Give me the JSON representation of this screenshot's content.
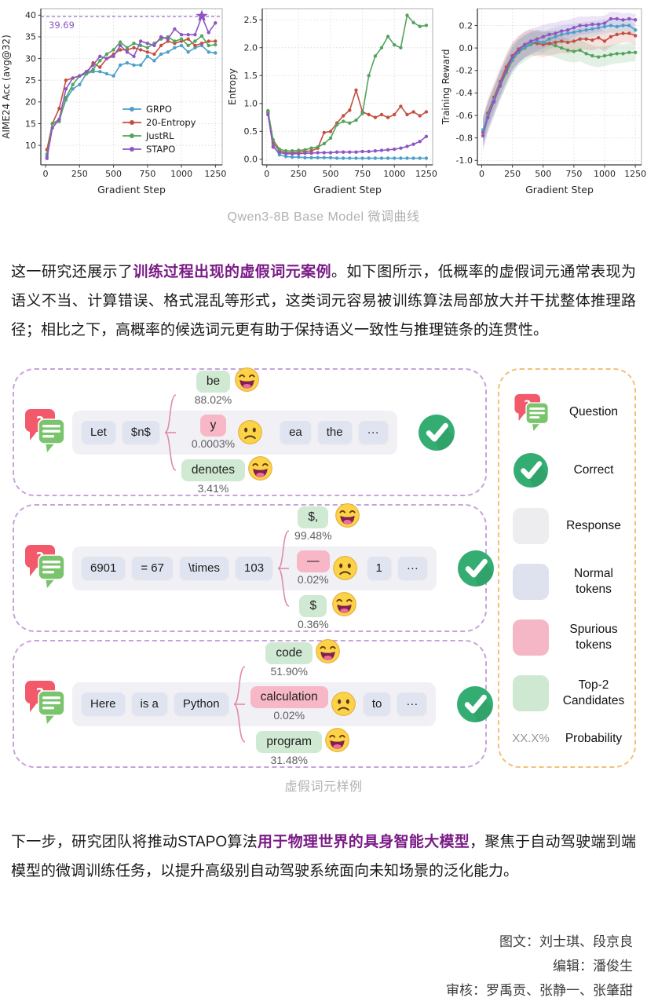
{
  "colors": {
    "accent_purple": "#7a1b86",
    "grpo_blue": "#4c9fcb",
    "entropy_red": "#c44f3f",
    "justrl_green": "#53a35d",
    "stapo_purple": "#8e56c2",
    "normal_token": "#e0e4f0",
    "spurious_token": "#f7b7c6",
    "candidate_token": "#d0e9d2",
    "response_bg": "#f1f1f5",
    "example_border": "#c9a2db",
    "legend_border": "#f2c178"
  },
  "chart_section": {
    "caption": "Qwen3-8B Base Model 微调曲线"
  },
  "chart_data": [
    {
      "type": "line",
      "ylabel": "AIME24 Acc (avg@32)",
      "xlabel": "Gradient Step",
      "xlim": [
        -35,
        1300
      ],
      "ylim": [
        5.5,
        41.5
      ],
      "xticks": [
        "0",
        "250",
        "500",
        "750",
        "1000",
        "1250"
      ],
      "yticks": [
        "10",
        "15",
        "20",
        "25",
        "30",
        "35",
        "40"
      ],
      "grid": true,
      "legend": true,
      "x": [
        10,
        50,
        100,
        150,
        200,
        250,
        300,
        350,
        400,
        450,
        500,
        550,
        600,
        650,
        700,
        750,
        800,
        850,
        900,
        950,
        1000,
        1050,
        1100,
        1150,
        1200,
        1250
      ],
      "series": [
        {
          "name": "GRPO",
          "color": "#4c9fcb",
          "values": [
            8,
            15,
            16,
            20.5,
            23,
            24,
            26.5,
            27,
            27,
            26.5,
            26,
            28.5,
            29,
            28.5,
            28.5,
            30.5,
            29.5,
            31,
            31.5,
            32.5,
            33,
            31.5,
            32.5,
            33,
            31.5,
            31.3
          ]
        },
        {
          "name": "20-Entropy",
          "color": "#c44f3f",
          "values": [
            9,
            15,
            18.5,
            25,
            25.5,
            26,
            26.5,
            29,
            28,
            30,
            31,
            32,
            32,
            32.5,
            32,
            31.5,
            31,
            33,
            34,
            33.5,
            34,
            34.5,
            33,
            33.5,
            34,
            34
          ]
        },
        {
          "name": "JustRL",
          "color": "#53a35d",
          "values": [
            7.5,
            15,
            15.5,
            21,
            24,
            26,
            26.5,
            27.5,
            29.5,
            31,
            32,
            33.8,
            32.5,
            33.5,
            33,
            32.5,
            33.5,
            34.5,
            35,
            34,
            34.5,
            33,
            34,
            35.2,
            33,
            33.2
          ]
        },
        {
          "name": "STAPO",
          "color": "#8e56c2",
          "values": [
            7,
            14,
            16,
            23,
            25.5,
            26,
            27,
            28.5,
            30.5,
            30,
            30.5,
            33,
            31.5,
            30.5,
            34,
            33.5,
            33,
            35,
            34.5,
            36.8,
            35.5,
            35.5,
            35.5,
            39.69,
            36,
            38.2
          ]
        }
      ],
      "annotation": {
        "hline": 39.69,
        "label": "39.69",
        "color": "#8e56c2",
        "star": [
          1150,
          39.8
        ]
      }
    },
    {
      "type": "line",
      "ylabel": "Entropy",
      "xlabel": "Gradient Step",
      "xlim": [
        -35,
        1300
      ],
      "ylim": [
        -0.1,
        2.7
      ],
      "xticks": [
        "0",
        "250",
        "500",
        "750",
        "1000",
        "1250"
      ],
      "yticks": [
        "0.0",
        "0.5",
        "1.0",
        "1.5",
        "2.0",
        "2.5"
      ],
      "grid": true,
      "legend": false,
      "x": [
        10,
        50,
        100,
        150,
        200,
        250,
        300,
        350,
        400,
        450,
        500,
        550,
        600,
        650,
        700,
        750,
        800,
        850,
        900,
        950,
        1000,
        1050,
        1100,
        1150,
        1200,
        1250
      ],
      "series": [
        {
          "name": "GRPO",
          "color": "#4c9fcb",
          "values": [
            0.82,
            0.25,
            0.08,
            0.05,
            0.04,
            0.04,
            0.03,
            0.03,
            0.03,
            0.03,
            0.03,
            0.02,
            0.02,
            0.02,
            0.02,
            0.02,
            0.02,
            0.02,
            0.02,
            0.02,
            0.02,
            0.02,
            0.02,
            0.02,
            0.02,
            0.02
          ]
        },
        {
          "name": "20-Entropy",
          "color": "#c44f3f",
          "values": [
            0.85,
            0.3,
            0.15,
            0.12,
            0.12,
            0.13,
            0.14,
            0.15,
            0.2,
            0.48,
            0.5,
            0.65,
            0.78,
            0.88,
            1.24,
            0.85,
            0.8,
            0.75,
            0.8,
            0.75,
            0.8,
            0.95,
            0.8,
            0.85,
            0.78,
            0.85
          ]
        },
        {
          "name": "JustRL",
          "color": "#53a35d",
          "values": [
            0.87,
            0.35,
            0.18,
            0.15,
            0.15,
            0.16,
            0.17,
            0.2,
            0.22,
            0.28,
            0.38,
            0.62,
            0.68,
            0.65,
            0.7,
            0.82,
            1.5,
            1.85,
            2.0,
            2.2,
            2.05,
            2.0,
            2.58,
            2.45,
            2.38,
            2.4
          ]
        },
        {
          "name": "STAPO",
          "color": "#8e56c2",
          "values": [
            0.8,
            0.22,
            0.12,
            0.1,
            0.1,
            0.1,
            0.11,
            0.11,
            0.12,
            0.12,
            0.12,
            0.13,
            0.13,
            0.13,
            0.13,
            0.14,
            0.14,
            0.15,
            0.16,
            0.17,
            0.18,
            0.2,
            0.23,
            0.27,
            0.32,
            0.41
          ]
        }
      ]
    },
    {
      "type": "line",
      "ylabel": "Training Reward",
      "xlabel": "Gradient Step",
      "xlim": [
        -35,
        1300
      ],
      "ylim": [
        -1.04,
        0.35
      ],
      "xticks": [
        "0",
        "250",
        "500",
        "750",
        "1000",
        "1250"
      ],
      "yticks": [
        "-1.0",
        "-0.8",
        "-0.6",
        "-0.4",
        "-0.2",
        "0.0",
        "0.2"
      ],
      "grid": true,
      "legend": false,
      "x": [
        10,
        50,
        100,
        150,
        200,
        250,
        300,
        350,
        400,
        450,
        500,
        550,
        600,
        650,
        700,
        750,
        800,
        850,
        900,
        950,
        1000,
        1050,
        1100,
        1150,
        1200,
        1250
      ],
      "series": [
        {
          "name": "JustRL",
          "color": "#53a35d",
          "band": [
            0.13,
            0.08
          ],
          "values": [
            -0.75,
            -0.61,
            -0.47,
            -0.34,
            -0.22,
            -0.11,
            -0.04,
            0.0,
            0.03,
            0.05,
            0.05,
            0.04,
            0.02,
            0.0,
            -0.02,
            -0.03,
            -0.02,
            -0.05,
            -0.07,
            -0.08,
            -0.07,
            -0.06,
            -0.05,
            -0.05,
            -0.04,
            -0.04
          ]
        },
        {
          "name": "20-Entropy",
          "color": "#c44f3f",
          "band": [
            0.13,
            0.08
          ],
          "values": [
            -0.75,
            -0.58,
            -0.44,
            -0.3,
            -0.17,
            -0.07,
            -0.01,
            0.03,
            0.05,
            0.04,
            0.03,
            0.04,
            0.05,
            0.06,
            0.05,
            0.06,
            0.08,
            0.08,
            0.07,
            0.09,
            0.06,
            0.1,
            0.12,
            0.13,
            0.13,
            0.11
          ]
        },
        {
          "name": "GRPO",
          "color": "#4c9fcb",
          "band": [
            0.12,
            0.05
          ],
          "values": [
            -0.73,
            -0.6,
            -0.46,
            -0.32,
            -0.2,
            -0.1,
            -0.03,
            0.01,
            0.04,
            0.06,
            0.05,
            0.08,
            0.1,
            0.12,
            0.13,
            0.14,
            0.15,
            0.16,
            0.17,
            0.18,
            0.19,
            0.2,
            0.19,
            0.2,
            0.2,
            0.16
          ]
        },
        {
          "name": "STAPO",
          "color": "#8e56c2",
          "band": [
            0.14,
            0.05
          ],
          "values": [
            -0.78,
            -0.62,
            -0.48,
            -0.33,
            -0.2,
            -0.08,
            -0.02,
            0.03,
            0.06,
            0.08,
            0.1,
            0.12,
            0.13,
            0.15,
            0.16,
            0.18,
            0.2,
            0.2,
            0.21,
            0.21,
            0.22,
            0.26,
            0.26,
            0.25,
            0.26,
            0.25
          ]
        }
      ]
    }
  ],
  "paragraphs": {
    "p1": {
      "segments": [
        {
          "text": "这一研究还展示了"
        },
        {
          "text": "训练过程出现的虚假词元案例",
          "bold": true
        },
        {
          "text": "。如下图所示，低概率的虚假词元通常表现为语义不当、计算错误、格式混乱等形式，这类词元容易被训练算法局部放大并干扰整体推理路径；相比之下，高概率的候选词元更有助于保持语义一致性与推理链条的连贯性。"
        }
      ]
    },
    "p2": {
      "segments": [
        {
          "text": "下一步，研究团队将推动STAPO算法"
        },
        {
          "text": "用于物理世界的具身智能大模型",
          "bold": true
        },
        {
          "text": "，聚焦于自动驾驶端到端模型的微调训练任务，以提升高级别自动驾驶系统面向未知场景的泛化能力。"
        }
      ]
    }
  },
  "diagram": {
    "caption": "虚假词元样例",
    "examples": [
      {
        "prefix": [
          "Let",
          "$n$"
        ],
        "candidates": [
          {
            "text": "be",
            "prob": "88.02%",
            "type": "good"
          },
          {
            "text": "y",
            "prob": "0.0003%",
            "type": "spurious"
          },
          {
            "text": "denotes",
            "prob": "3.41%",
            "type": "good"
          }
        ],
        "suffix": [
          "ea",
          "the",
          "···"
        ]
      },
      {
        "prefix": [
          "6901",
          "= 67",
          "\\times",
          "103"
        ],
        "candidates": [
          {
            "text": "$,",
            "prob": "99.48%",
            "type": "good"
          },
          {
            "text": "—",
            "prob": "0.02%",
            "type": "spurious"
          },
          {
            "text": "$",
            "prob": "0.36%",
            "type": "good"
          }
        ],
        "suffix": [
          "1",
          "···"
        ]
      },
      {
        "prefix": [
          "Here",
          "is a",
          "Python"
        ],
        "candidates": [
          {
            "text": "code",
            "prob": "51.90%",
            "type": "good"
          },
          {
            "text": "calculation",
            "prob": "0.02%",
            "type": "spurious"
          },
          {
            "text": "program",
            "prob": "31.48%",
            "type": "good"
          }
        ],
        "suffix": [
          "to",
          "···"
        ]
      }
    ],
    "legend": {
      "items": [
        {
          "icon": "question-icon",
          "label": "Question"
        },
        {
          "icon": "check-icon",
          "label": "Correct"
        },
        {
          "icon": "response-swatch",
          "label": "Response"
        },
        {
          "icon": "normal-token-swatch",
          "label": "Normal tokens"
        },
        {
          "icon": "spurious-token-swatch",
          "label": "Spurious tokens"
        },
        {
          "icon": "candidate-swatch",
          "label": "Top-2 Candidates"
        },
        {
          "icon": "probability-sample",
          "label": "Probability",
          "sample": "XX.X%"
        }
      ]
    }
  },
  "credits": {
    "lines": [
      "图文：刘士琪、段京良",
      "编辑：潘俊生",
      "审核：罗禹贡、张静一、张肇甜"
    ]
  }
}
